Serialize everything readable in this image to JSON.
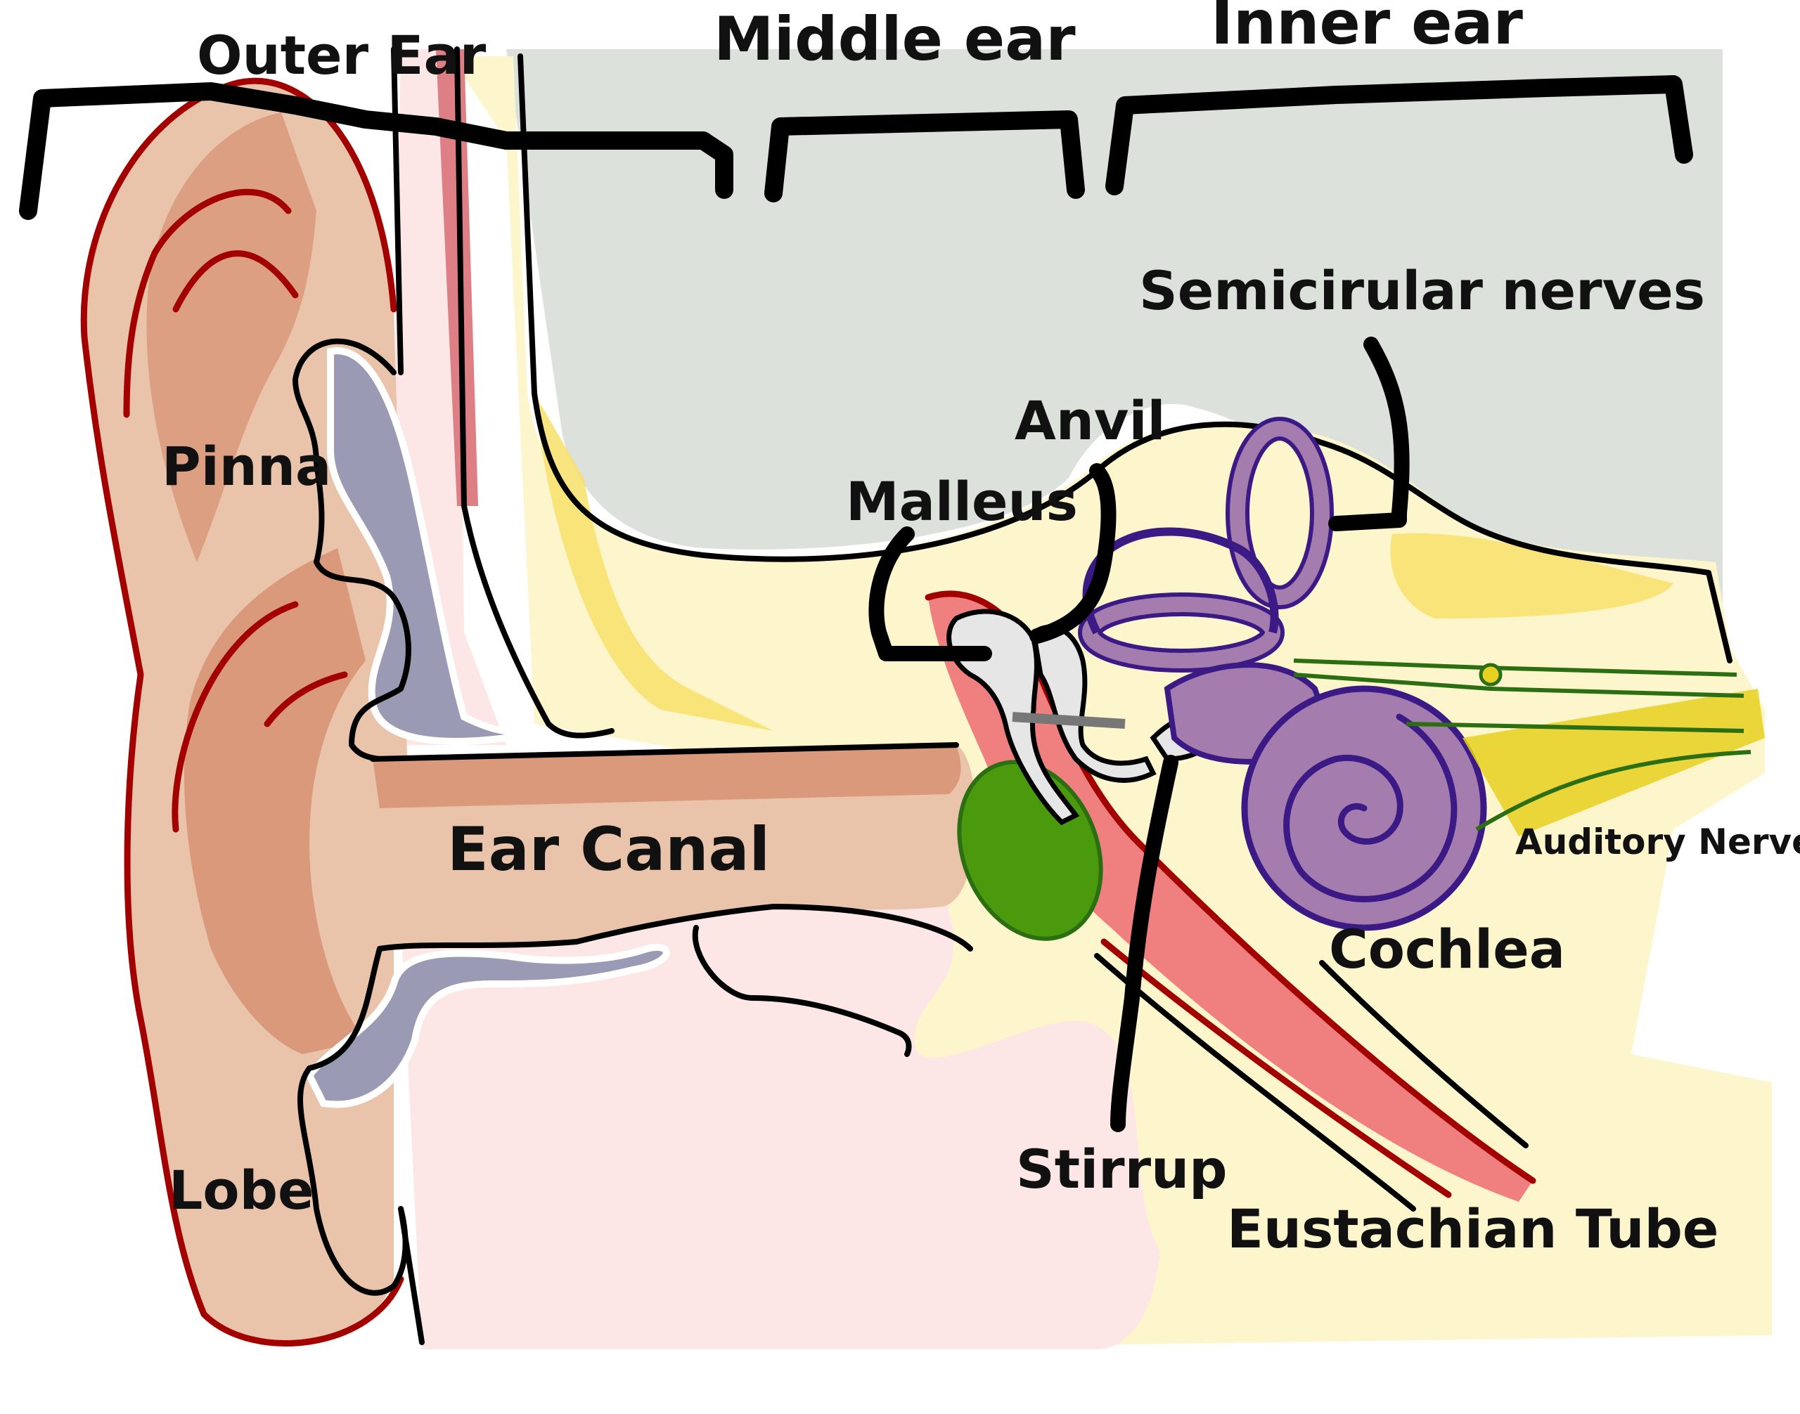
{
  "labels": {
    "outer_ear": "Outer Ear",
    "middle_ear": "Middle ear",
    "inner_ear": "Inner ear",
    "semicircular": "Semicirular nerves",
    "anvil": "Anvil",
    "malleus": "Malleus",
    "pinna": "Pinna",
    "ear_canal": "Ear Canal",
    "auditory_nerve": "Auditory Nerve",
    "cochlea": "Cochlea",
    "lobe": "Lobe",
    "stirrup": "Stirrup",
    "eustachian_tube": "Eustachian Tube"
  },
  "colors": {
    "skull_gray": "#dde1db",
    "bone_yellow": "#fdf6cc",
    "bone_inner": "#f8e16a",
    "skin_light": "#e9c3aa",
    "skin_dark": "#d9997a",
    "pink_tissue": "#fde6e6",
    "cartilage": "#9a9ab4",
    "red_outline": "#a30000",
    "eardrum": "#4b9a0e",
    "cochlea_purple": "#a57cae",
    "cochlea_outline": "#3b1a86",
    "tube_red": "#f08080",
    "nerve_green": "#2c6e12",
    "nerve_yellow": "#e8d020"
  }
}
